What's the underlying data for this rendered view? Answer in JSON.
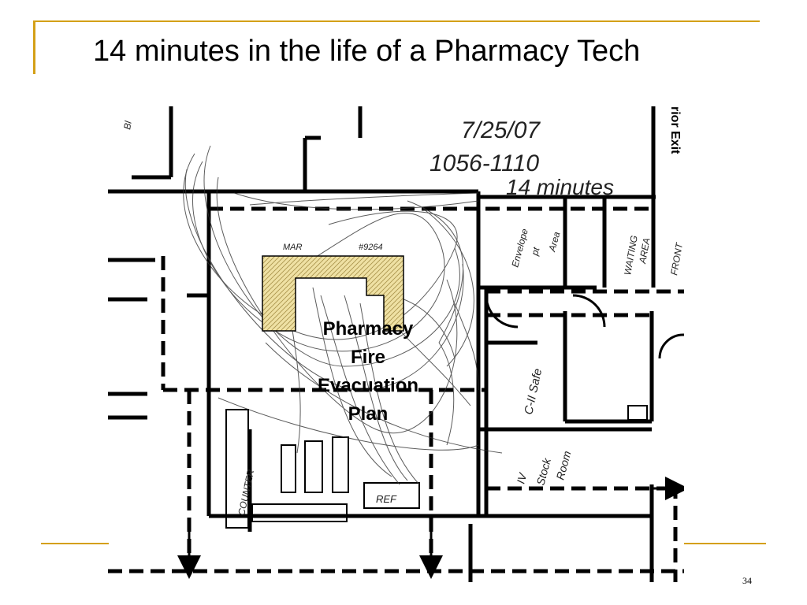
{
  "slide": {
    "title": "14 minutes in the life of a Pharmacy Tech",
    "page_number": "34",
    "accent_color": "#d4a017"
  },
  "plan": {
    "overlay_lines": [
      "Pharmacy",
      "Fire",
      "Evacuation",
      "Plan"
    ],
    "exit_label": "rior Exit",
    "date": "7/25/07",
    "time_range": "1056-1110",
    "duration": "14 minutes",
    "labels": {
      "envelope_area": [
        "Envelope",
        "pt",
        "Area"
      ],
      "waiting_area": [
        "WAITING",
        "AREA"
      ],
      "front": "FRONT",
      "cii_safe": "C-II Safe",
      "iv_stock_room": [
        "IV",
        "Stock",
        "Room"
      ],
      "counter": "COUNTER",
      "ref": "REF",
      "fridge": "#9264",
      "mar": "MAR",
      "bl": "Bl"
    }
  }
}
